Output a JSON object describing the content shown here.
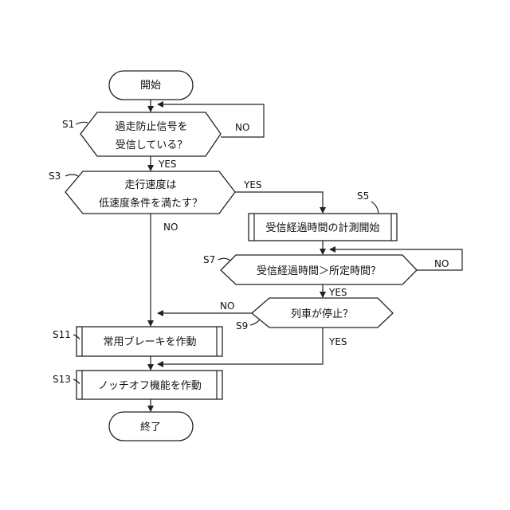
{
  "nodes": {
    "start": "開始",
    "s1_line1": "過走防止信号を",
    "s1_line2": "受信している？",
    "s3_line1": "走行速度は",
    "s3_line2": "低速度条件を満たす？",
    "s5": "受信経過時間の計測開始",
    "s7": "受信経過時間＞所定時間？",
    "s9": "列車が停止？",
    "s11": "常用ブレーキを作動",
    "s13": "ノッチオフ機能を作動",
    "end": "終了"
  },
  "step_labels": {
    "s1": "S1",
    "s3": "S3",
    "s5": "S5",
    "s7": "S7",
    "s9": "S9",
    "s11": "S11",
    "s13": "S13"
  },
  "branch_labels": {
    "s1_no": "NO",
    "s1_yes": "YES",
    "s3_yes": "YES",
    "s3_no": "NO",
    "s7_no": "NO",
    "s7_yes": "YES",
    "s9_no": "NO",
    "s9_yes": "YES"
  }
}
